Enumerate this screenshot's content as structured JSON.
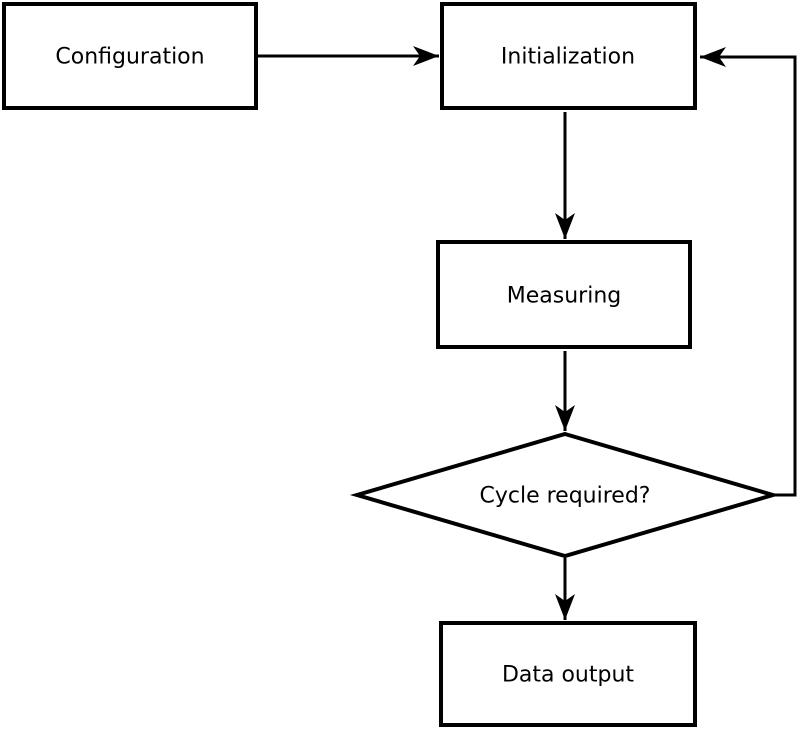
{
  "diagram": {
    "type": "flowchart",
    "background_color": "#ffffff",
    "line_color": "#000000",
    "node_fill_color": "#ffffff",
    "text_color": "#000000",
    "nodes": [
      {
        "id": "configuration",
        "shape": "rectangle",
        "label": "Configuration"
      },
      {
        "id": "initialization",
        "shape": "rectangle",
        "label": "Initialization"
      },
      {
        "id": "measuring",
        "shape": "rectangle",
        "label": "Measuring"
      },
      {
        "id": "cycle-required",
        "shape": "diamond",
        "label": "Cycle required?"
      },
      {
        "id": "data-output",
        "shape": "rectangle",
        "label": "Data output"
      }
    ],
    "edges": [
      {
        "from": "configuration",
        "to": "initialization",
        "direction": "right"
      },
      {
        "from": "initialization",
        "to": "measuring",
        "direction": "down"
      },
      {
        "from": "measuring",
        "to": "cycle-required",
        "direction": "down"
      },
      {
        "from": "cycle-required",
        "to": "data-output",
        "direction": "down"
      },
      {
        "from": "cycle-required",
        "to": "initialization",
        "direction": "right-then-up-feedback-loop"
      }
    ]
  }
}
